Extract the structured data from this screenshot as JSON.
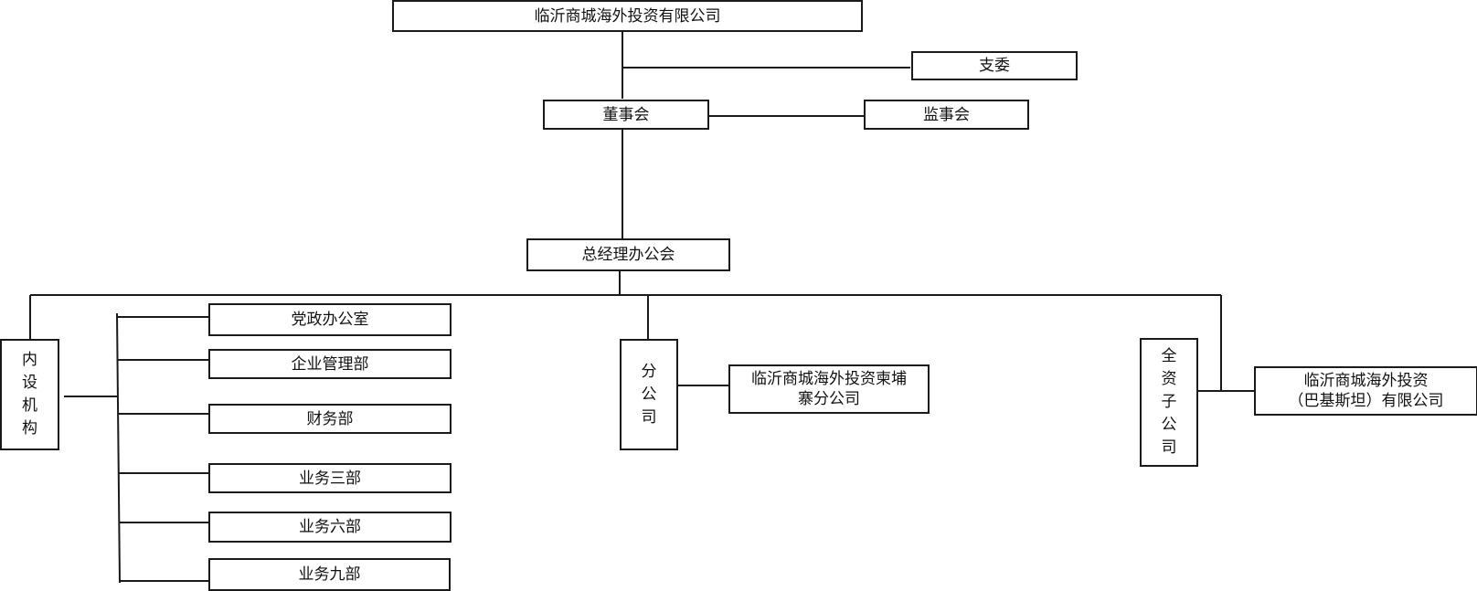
{
  "nodes": {
    "company": "临沂商城海外投资有限公司",
    "party_committee": "支委",
    "board": "董事会",
    "supervisors": "监事会",
    "gm_office": "总经理办公会",
    "internal_depts": "内\n设\n机\n构",
    "dept_party_admin": "党政办公室",
    "dept_enterprise_mgmt": "企业管理部",
    "dept_finance": "财务部",
    "dept_business_3": "业务三部",
    "dept_business_6": "业务六部",
    "dept_business_9": "业务九部",
    "branch": "分\n公\n司",
    "branch_cambodia": "临沂商城海外投资柬埔\n寨分公司",
    "subsidiary": "全\n资\n子\n公\n司",
    "subsidiary_pakistan": "临沂商城海外投资\n（巴基斯坦）有限公司"
  },
  "colors": {
    "line": "#1a1a1a",
    "border": "#1a1a1a",
    "text": "#111111",
    "background": "#ffffff"
  }
}
